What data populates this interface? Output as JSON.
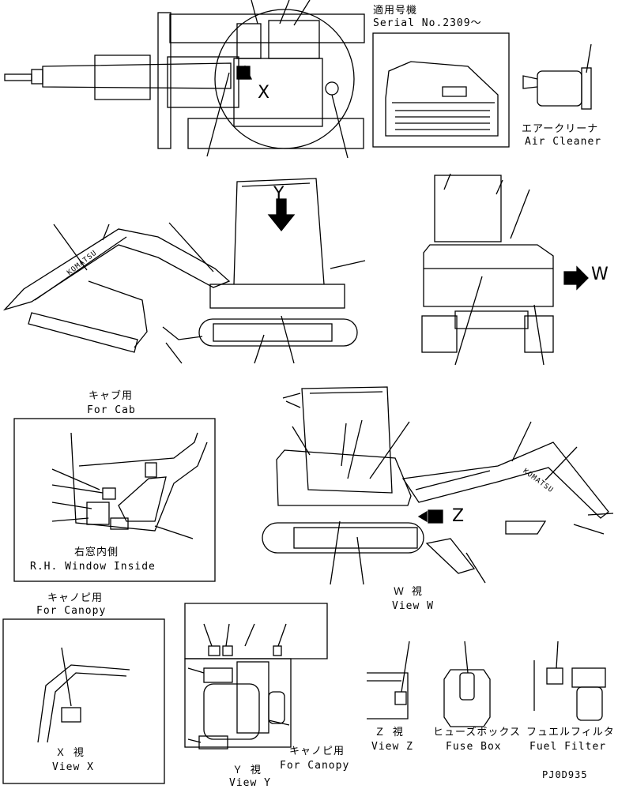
{
  "serial": {
    "jp": "適用号機",
    "en": "Serial No.2309～"
  },
  "air_cleaner": {
    "jp": "エアークリーナ",
    "en": "Air Cleaner"
  },
  "for_cab": {
    "jp": "キャブ用",
    "en": "For Cab"
  },
  "window": {
    "jp": "右窓内側",
    "en": "R.H. Window Inside"
  },
  "for_canopy_left": {
    "jp": "キャノピ用",
    "en": "For Canopy"
  },
  "for_canopy_right": {
    "jp": "キャノピ用",
    "en": "For Canopy"
  },
  "view_w": {
    "jp": "Ｗ 視",
    "en": "View W"
  },
  "view_x": {
    "jp": "Ｘ 視",
    "en": "View X"
  },
  "view_y": {
    "jp": "Ｙ 視",
    "en": "View Y"
  },
  "view_z": {
    "jp": "Ｚ 視",
    "en": "View Z"
  },
  "fuse_box": {
    "jp": "ヒューズボックス",
    "en": "Fuse Box"
  },
  "fuel_filter": {
    "jp": "フュエルフィルタ",
    "en": "Fuel Filter"
  },
  "markers": {
    "x": "X",
    "y": "Y",
    "z": "Z",
    "w": "W"
  },
  "brand": "KOMATSU",
  "drawing_code": "PJ0D935"
}
